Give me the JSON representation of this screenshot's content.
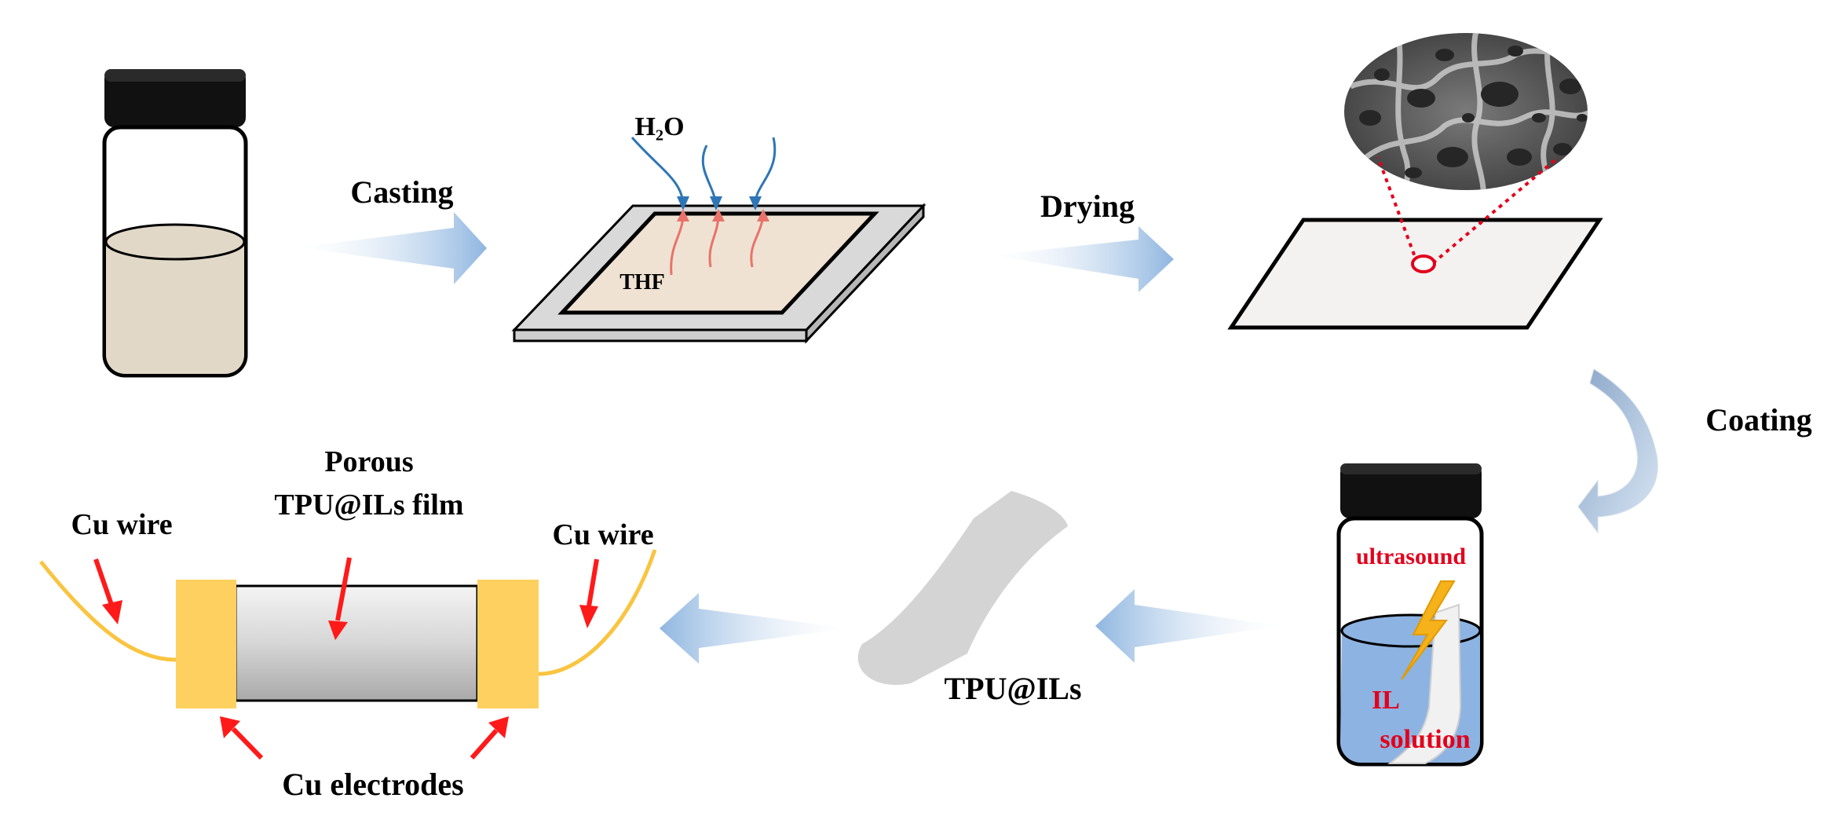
{
  "labels": {
    "casting": "Casting",
    "drying": "Drying",
    "coating": "Coating",
    "h2o": "H₂O",
    "thf": "THF",
    "ultrasound": "ultrasound",
    "il_line1": "IL",
    "il_line2": "solution",
    "tpu_ils": "TPU@ILs",
    "porous_line1": "Porous",
    "porous_line2": "TPU@ILs film",
    "cu_wire_left": "Cu wire",
    "cu_wire_right": "Cu wire",
    "cu_electrodes": "Cu electrodes"
  },
  "colors": {
    "outline": "#000000",
    "vial_liquid": "#e1d8c7",
    "substrate_gray": "#d9d9d9",
    "film_beige": "#efe2d3",
    "film_white": "#f4f2f1",
    "water_blue": "#2e75b6",
    "thf_red": "#e8736b",
    "highlight_red": "#e3001b",
    "arrow_blue": "#9dc3e6",
    "il_liquid": "#8db3e2",
    "lightning": "#f5b21a",
    "electrode_gold": "#fdd05f",
    "wire_gold": "#f9c440",
    "pointer_red": "#ff1a1a",
    "strip_gray": "#d4d4d4",
    "sem_dark": "#4a4a4a"
  }
}
